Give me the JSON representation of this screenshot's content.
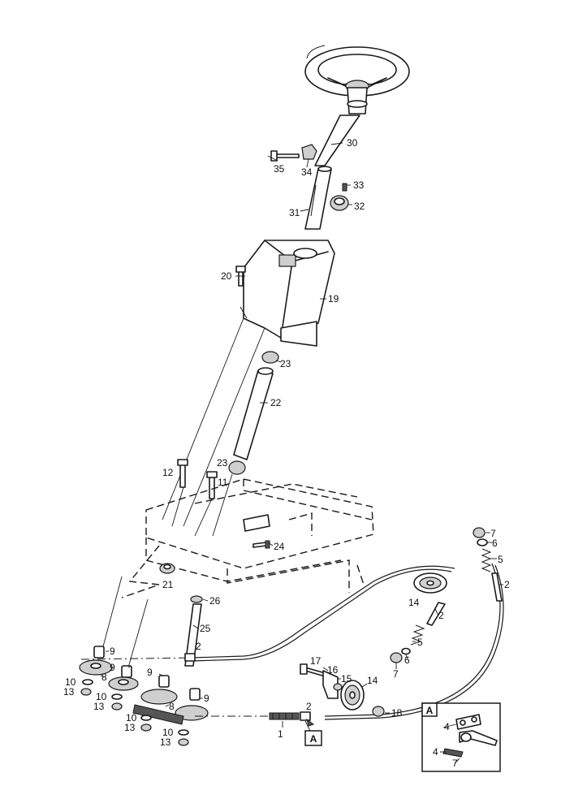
{
  "callouts": {
    "n30": "30",
    "n35": "35",
    "n34": "34",
    "n33": "33",
    "n32": "32",
    "n31": "31",
    "n20": "20",
    "n19": "19",
    "n23a": "23",
    "n22": "22",
    "n23b": "23",
    "n12": "12",
    "n11": "11",
    "n24": "24",
    "n21": "21",
    "n26": "26",
    "n25": "25",
    "n7a": "7",
    "n6a": "6",
    "n5a": "5",
    "n2a": "2",
    "n14a": "14",
    "n2b": "2",
    "n5b": "5",
    "n6b": "6",
    "n7b": "7",
    "n2c": "2",
    "n17": "17",
    "n16": "16",
    "n15": "15",
    "n14b": "14",
    "n18": "18",
    "n2d": "2",
    "n1": "1",
    "n9a": "9",
    "n9b": "9",
    "n9c": "9",
    "n9d": "9",
    "n8a": "8",
    "n8b": "8",
    "n10a": "10",
    "n10b": "10",
    "n10c": "10",
    "n10d": "10",
    "n13a": "13",
    "n13b": "13",
    "n13c": "13",
    "n13d": "13",
    "inset4a": "4",
    "inset4b": "4",
    "inset7": "7"
  },
  "detail_marker": "A",
  "inset_label": "A"
}
